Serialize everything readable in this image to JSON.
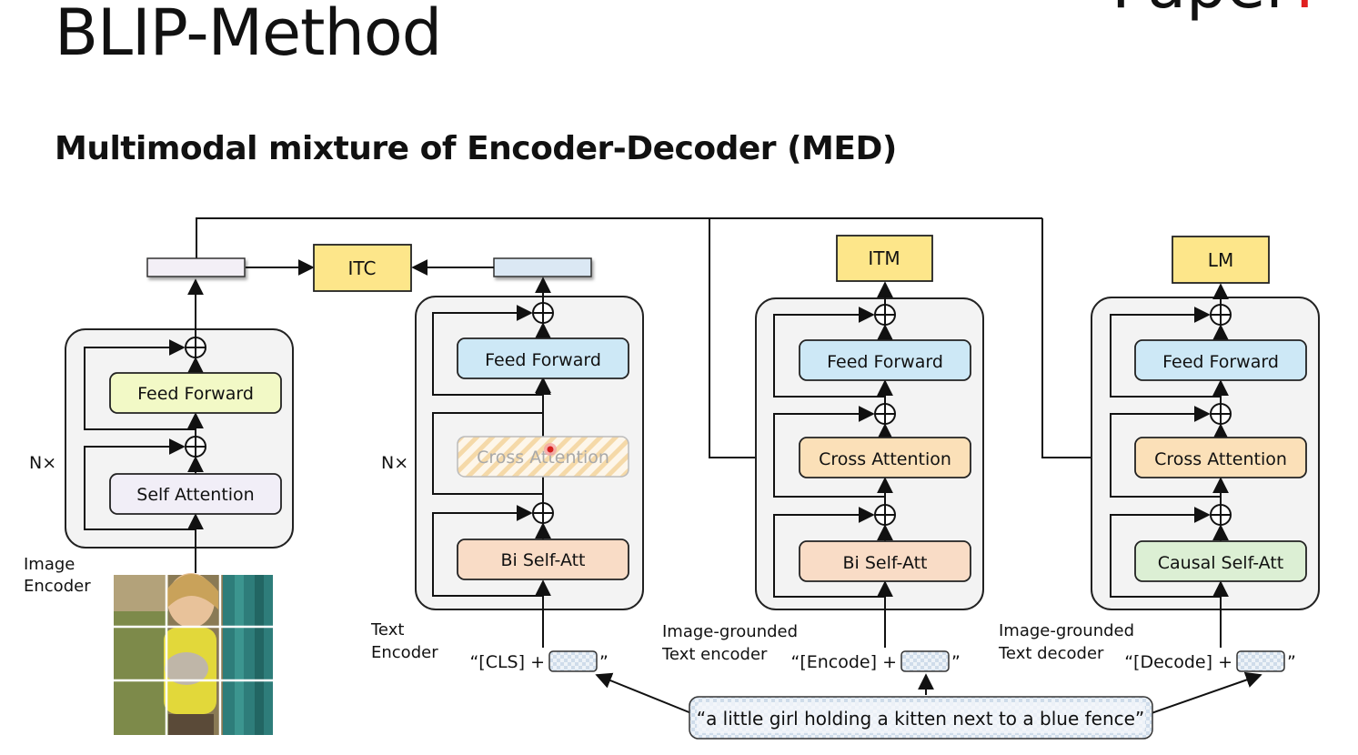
{
  "slide": {
    "title": "BLIP-Method",
    "corner_word": "Paper",
    "corner_accent": "!",
    "subtitle": "Multimodal mixture of Encoder-Decoder (MED)"
  },
  "diagram": {
    "objectives": {
      "itc": "ITC",
      "itm": "ITM",
      "lm": "LM"
    },
    "repeat_label": "N×",
    "image_encoder": {
      "label_line1": "Image",
      "label_line2": "Encoder",
      "feed_forward": "Feed Forward",
      "self_attention": "Self Attention"
    },
    "text_encoder": {
      "label_line1": "Text",
      "label_line2": "Encoder",
      "feed_forward": "Feed Forward",
      "cross_attention": "Cross Attention",
      "bi_self_att": "Bi Self-Att",
      "input": "“[CLS] +",
      "input_close": "”"
    },
    "grounded_encoder": {
      "label_line1": "Image-grounded",
      "label_line2": "Text encoder",
      "feed_forward": "Feed Forward",
      "cross_attention": "Cross Attention",
      "bi_self_att": "Bi Self-Att",
      "input": "“[Encode] +",
      "input_close": "”"
    },
    "grounded_decoder": {
      "label_line1": "Image-grounded",
      "label_line2": "Text decoder",
      "feed_forward": "Feed Forward",
      "cross_attention": "Cross Attention",
      "causal_self_att": "Causal Self-Att",
      "input": "“[Decode] +",
      "input_close": "”"
    },
    "caption": "“a little girl holding a kitten next to a blue fence”",
    "colors": {
      "feed_forward_image": "#f2f9c6",
      "feed_forward_text": "#cde8f6",
      "self_attention": "#f1eef7",
      "cross_attention": "#fbe0b8",
      "bi_self_att": "#f9dcc6",
      "causal_self_att": "#dcefd4",
      "objective": "#fde68a",
      "module_bg": "#f3f3f3",
      "image_feature": "#f3eff6",
      "text_feature": "#dbe8f4"
    }
  }
}
